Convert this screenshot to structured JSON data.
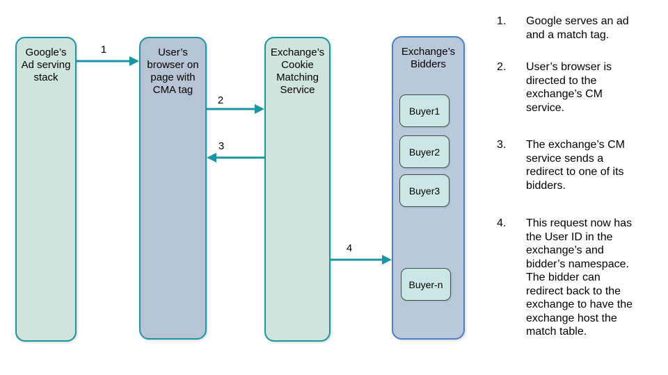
{
  "colors": {
    "background": "#ffffff",
    "teal": "#1a95a1",
    "green-fill": "#cee4dc",
    "blue-fill": "#b6c4d4",
    "bidders-fill": "#b9c8da",
    "bidders-border": "#4b80c4",
    "buyer-fill": "#cbe7e3",
    "buyer-border": "#454c4c",
    "text": "#000000"
  },
  "diagram": {
    "nodes": {
      "google": {
        "label": "Google’s\nAd serving\nstack"
      },
      "browser": {
        "label": "User’s\nbrowser on\npage with\nCMA tag"
      },
      "cm_service": {
        "label": "Exchange’s\nCookie\nMatching\nService"
      },
      "bidders": {
        "label": "Exchange’s\nBidders"
      }
    },
    "buyers": [
      "Buyer1",
      "Buyer2",
      "Buyer3",
      "Buyer-n"
    ],
    "arrow_labels": [
      "1",
      "2",
      "3",
      "4"
    ]
  },
  "steps": [
    {
      "num": "1.",
      "text": "Google serves an ad\nand a match tag."
    },
    {
      "num": "2.",
      "text": "User’s browser is\ndirected to the\nexchange’s CM\nservice."
    },
    {
      "num": "3.",
      "text": "The exchange’s CM\nservice sends a\nredirect to one of its\nbidders."
    },
    {
      "num": "4.",
      "text": "This request now has\nthe User ID in the\nexchange’s and\nbidder’s namespace.\nThe bidder can\nredirect back to the\nexchange to have the\nexchange host the\nmatch table."
    }
  ]
}
